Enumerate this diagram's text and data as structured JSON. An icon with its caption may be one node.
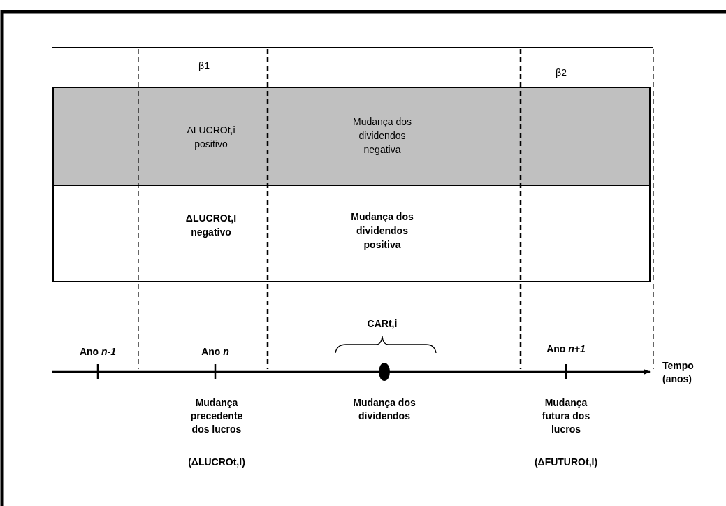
{
  "diagram": {
    "nodes": [
      {
        "text": [
          "ΔLUCROt,i positivo",
          "Mudança dos dividendos negativa"
        ]
      },
      {
        "text": [
          "ΔLUCROt,I negativo",
          "Mudança dos dividendos positiva"
        ]
      }
    ],
    "labels": [
      "β1",
      "β2",
      "CARt,i",
      "Ano *n-1*",
      "Ano *n*",
      "Ano *n+1*",
      "Tempo (anos)",
      "Mudança precedente dos lucros",
      "Mudança dos dividendos",
      "Mudança futura dos lucros",
      "(ΔLUCROt,I)",
      "(ΔFUTUROt,I)"
    ]
  }
}
